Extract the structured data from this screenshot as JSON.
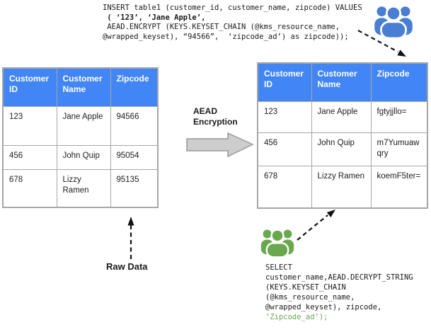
{
  "colors": {
    "table_header_bg": "#4285f4",
    "table_header_text": "#ffffff",
    "table_border": "#a6a6a6",
    "icon_blue": "#4a7ed2",
    "icon_green": "#6aa84f",
    "code_highlight_green": "#6aa84f",
    "block_arrow_fill": "#cdcdcd",
    "block_arrow_stroke": "#9a9a9a",
    "arrow_black": "#111111"
  },
  "insert_code": {
    "lines": [
      "INSERT table1 (customer_id, customer_name, zipcode) VALUES",
      " ( ‘123’, ‘Jane Apple’,",
      " AEAD.ENCRYPT (KEYS.KEYSET_CHAIN (@kms_resource_name,",
      "@wrapped_keyset), “94566”,  ‘zipcode_ad’) as zipcode));"
    ]
  },
  "raw_table": {
    "headers": [
      "Customer ID",
      "Customer Name",
      "Zipcode"
    ],
    "rows": [
      [
        "123",
        "Jane Apple",
        "94566"
      ],
      [
        "456",
        "John Quip",
        "95054"
      ],
      [
        "678",
        "Lizzy Ramen",
        "95135"
      ]
    ]
  },
  "encrypted_table": {
    "headers": [
      "Customer ID",
      "Customer Name",
      "Zipcode"
    ],
    "rows": [
      [
        "123",
        "Jane Apple",
        "fgtyjjllo="
      ],
      [
        "456",
        "John Quip",
        "m7Yumuawqry"
      ],
      [
        "678",
        "Lizzy Ramen",
        "koemF5ter="
      ]
    ]
  },
  "labels": {
    "transform": "AEAD Encryption",
    "raw_data": "Raw Data"
  },
  "select_code": {
    "lines": [
      "SELECT",
      "customer_name,AEAD.DECRYPT_STRING",
      "(KEYS.KEYSET_CHAIN",
      "(@kms_resource_name,",
      "@wrapped_keyset), zipcode,"
    ],
    "highlight_line": "‘Zipcode_ad’);"
  }
}
